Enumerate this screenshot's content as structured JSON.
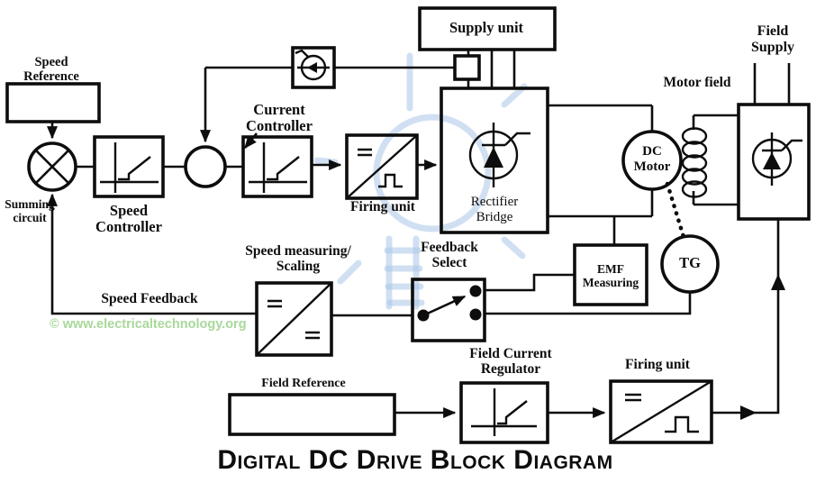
{
  "title": "Digital DC Drive Block Diagram",
  "watermark": "© www.electricaltechnology.org",
  "colors": {
    "line": "#0d0d0d",
    "watermark_green": "#a8d89a",
    "watermark_blue": "#a9c7e7",
    "background": "#ffffff"
  },
  "labels": {
    "speed_reference": "Speed\nReference",
    "summing_circuit": "Summing\ncircuit",
    "speed_controller": "Speed\nController",
    "current_controller": "Current\nController",
    "firing_unit_main": "Firing unit",
    "supply_unit": "Supply unit",
    "rectifier_bridge": "Rectifier\nBridge",
    "dc_motor": "DC\nMotor",
    "motor_field": "Motor field",
    "field_supply": "Field\nSupply",
    "tachogenerator": "TG",
    "emf_measuring": "EMF\nMeasuring",
    "feedback_select": "Feedback\nSelect",
    "speed_measuring_scaling": "Speed measuring/\nScaling",
    "speed_feedback": "Speed Feedback",
    "field_reference": "Field Reference",
    "field_current_regulator": "Field Current\nRegulator",
    "firing_unit_field": "Firing unit"
  }
}
